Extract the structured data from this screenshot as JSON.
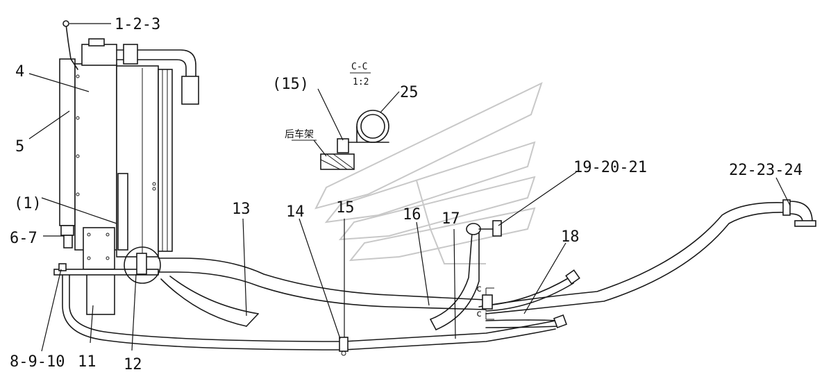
{
  "labels": {
    "l_1_2_3": "1-2-3",
    "l_4": "4",
    "l_5": "5",
    "l_paren1": "(1)",
    "l_6_7": "6-7",
    "l_8_9_10": "8-9-10",
    "l_11": "11",
    "l_12": "12",
    "l_13": "13",
    "l_14": "14",
    "l_15": "15",
    "l_16": "16",
    "l_17": "17",
    "l_18": "18",
    "l_19_20_21": "19-20-21",
    "l_22_23_24": "22-23-24",
    "l_paren15": "(15)",
    "l_25": "25",
    "section_cc": "C-C",
    "section_scale": "1:2",
    "rear_frame": "后车架",
    "c_mark_top": "c",
    "c_mark_bottom": "c"
  }
}
